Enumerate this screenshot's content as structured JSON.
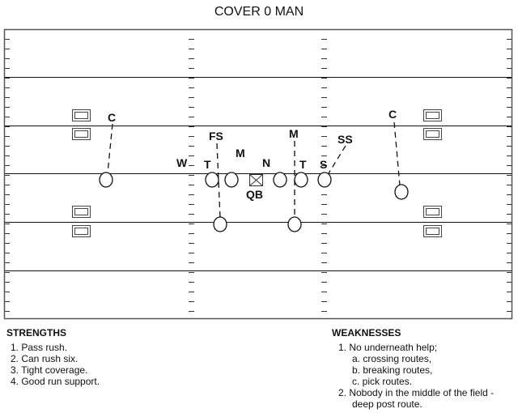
{
  "title": "COVER 0 MAN",
  "players": {
    "c_left": "C",
    "c_right": "C",
    "fs": "FS",
    "m_left": "M",
    "n": "N",
    "m_right": "M",
    "ss": "SS",
    "w": "W",
    "t_left": "T",
    "t_right": "T",
    "s": "S",
    "qb": "QB"
  },
  "strengths": {
    "heading": "STRENGTHS",
    "items": [
      "1.  Pass rush.",
      "2.  Can rush six.",
      "3.  Tight coverage.",
      "4.  Good run support."
    ]
  },
  "weaknesses": {
    "heading": "WEAKNESSES",
    "items": [
      "1.  No underneath help;",
      "a. crossing routes,",
      "b. breaking routes,",
      "c. pick routes.",
      "2.  Nobody in the middle of the field -",
      "deep post route."
    ]
  }
}
